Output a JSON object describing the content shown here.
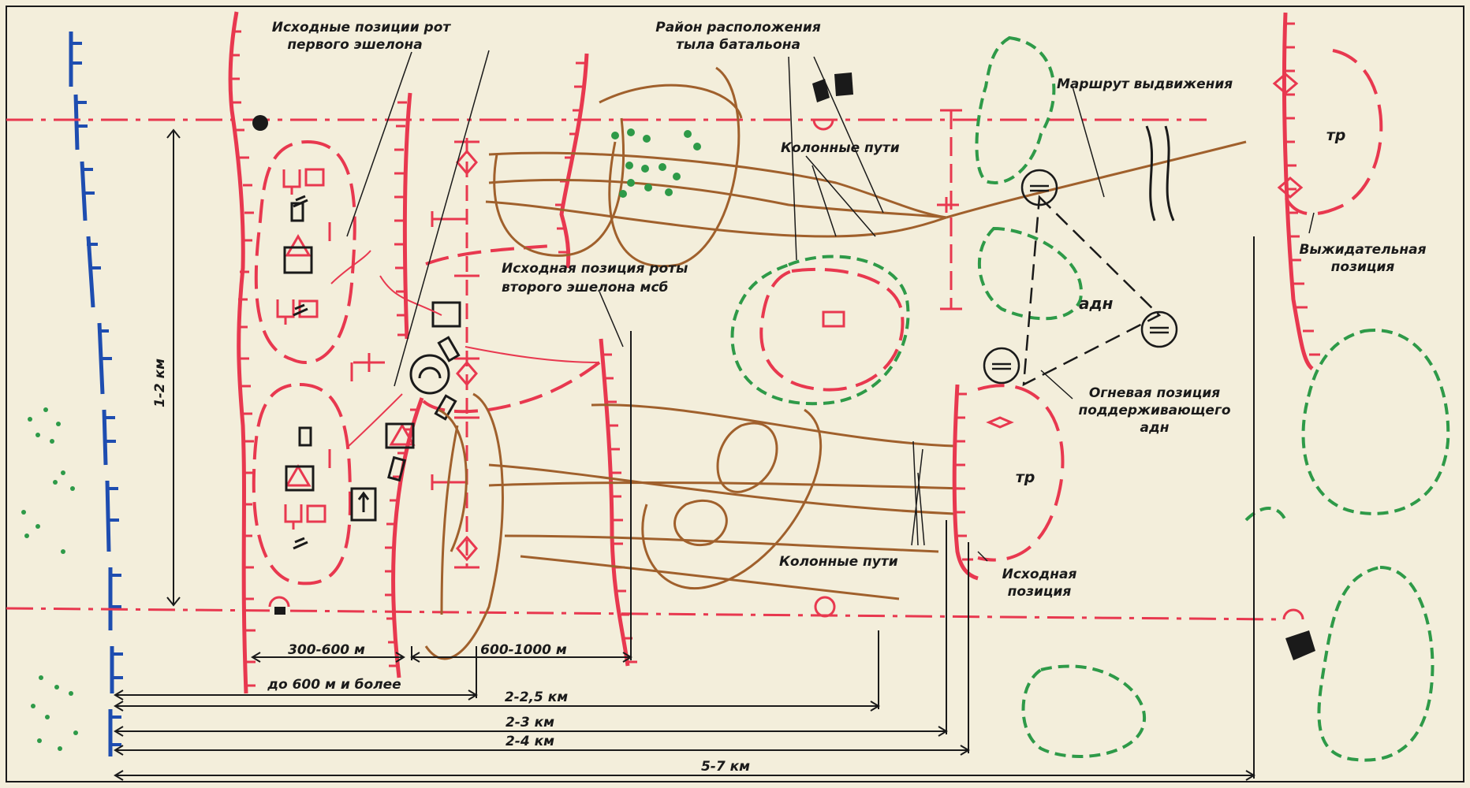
{
  "labels": {
    "first_echelon_line1": "Исходные позиции рот",
    "first_echelon_line2": "первого эшелона",
    "rear_line1": "Район расположения",
    "rear_line2": "тыла батальона",
    "route": "Маршрут выдвижения",
    "column_routes_top": "Колонные пути",
    "column_routes_bottom": "Колонные пути",
    "second_echelon_line1": "Исходная позиция роты",
    "second_echelon_line2": "второго эшелона мсб",
    "adn": "адн",
    "fire_pos_line1": "Огневая позиция",
    "fire_pos_line2": "поддерживающего",
    "fire_pos_line3": "адн",
    "waiting_line1": "Выжидательная",
    "waiting_line2": "позиция",
    "start_pos_line1": "Исходная",
    "start_pos_line2": "позиция",
    "tp_top": "тр",
    "tp_mid": "тр"
  },
  "dimensions": {
    "front": "1-2 км",
    "d_300_600": "300-600 м",
    "d_600_1000": "600-1000 м",
    "d_up_to_600": "до 600 м и более",
    "d_2_25": "2-2,5 км",
    "d_2_3": "2-3 км",
    "d_2_4": "2-4 км",
    "d_5_7": "5-7 км"
  },
  "colors": {
    "own_forces": "#e8384f",
    "routes": "#a0602c",
    "enemy": "#1e4db0",
    "forest": "#2e9a48",
    "ink": "#1a1a1a",
    "paper": "#f3eedb"
  }
}
